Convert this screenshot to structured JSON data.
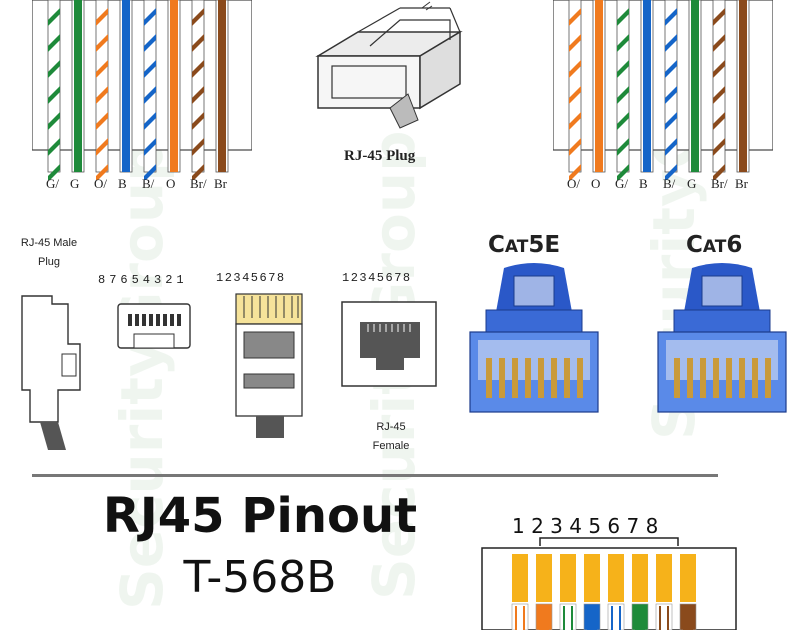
{
  "colors": {
    "green": "#1e8a3a",
    "orange": "#f07a1e",
    "blue": "#1565c8",
    "brown": "#8a4a1c",
    "connector_blue": "#2a58c8",
    "t568b_orange": "#f6b21a"
  },
  "left_wiring": {
    "labels": [
      "G/",
      "G",
      "O/",
      "B",
      "B/",
      "O",
      "Br/",
      "Br"
    ],
    "wires": [
      {
        "color": "green",
        "striped": true
      },
      {
        "color": "green",
        "striped": false
      },
      {
        "color": "orange",
        "striped": true
      },
      {
        "color": "blue",
        "striped": false
      },
      {
        "color": "blue",
        "striped": true
      },
      {
        "color": "orange",
        "striped": false
      },
      {
        "color": "brown",
        "striped": true
      },
      {
        "color": "brown",
        "striped": false
      }
    ]
  },
  "right_wiring": {
    "labels": [
      "O/",
      "O",
      "G/",
      "B",
      "B/",
      "G",
      "Br/",
      "Br"
    ],
    "wires": [
      {
        "color": "orange",
        "striped": true
      },
      {
        "color": "orange",
        "striped": false
      },
      {
        "color": "green",
        "striped": true
      },
      {
        "color": "blue",
        "striped": false
      },
      {
        "color": "blue",
        "striped": true
      },
      {
        "color": "green",
        "striped": false
      },
      {
        "color": "brown",
        "striped": true
      },
      {
        "color": "brown",
        "striped": false
      }
    ]
  },
  "plug_caption": "RJ-45 Plug",
  "male_plug": {
    "line1": "RJ-45 Male",
    "line2": "Plug"
  },
  "pin_order_reverse": "87654321",
  "pin_order_forward": "12345678",
  "pin_order_female": "12345678",
  "female": {
    "line1": "RJ-45",
    "line2": "Female"
  },
  "cat5e": {
    "first": "C",
    "rest": "AT",
    "suffix": "5E"
  },
  "cat6": {
    "first": "C",
    "rest": "AT",
    "suffix": "6"
  },
  "title": "RJ45 Pinout",
  "subtitle": "T-568B",
  "t568b_pins": "1 2 3 4 5 6 7 8",
  "t568b_wires": [
    {
      "color": "t568b_orange",
      "bottom": "white-orange"
    },
    {
      "color": "t568b_orange",
      "bottom": "orange"
    },
    {
      "color": "t568b_orange",
      "bottom": "white-green"
    },
    {
      "color": "t568b_orange",
      "bottom": "blue"
    },
    {
      "color": "t568b_orange",
      "bottom": "white-blue"
    },
    {
      "color": "t568b_orange",
      "bottom": "green"
    },
    {
      "color": "t568b_orange",
      "bottom": "white-brown"
    },
    {
      "color": "t568b_orange",
      "bottom": "brown"
    }
  ]
}
